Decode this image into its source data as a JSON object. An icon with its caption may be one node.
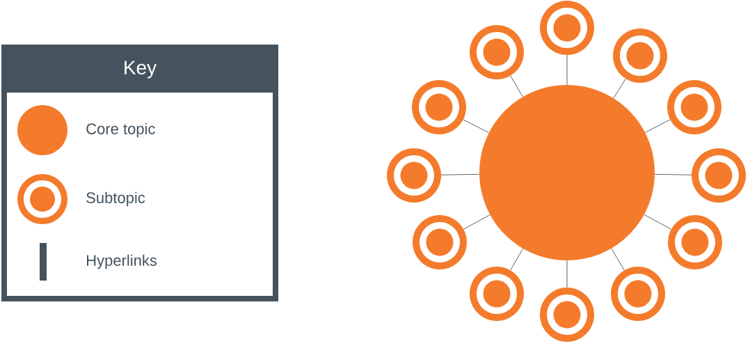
{
  "diagram": {
    "nodes": [
      {
        "text": [],
        "shape": "circle"
      },
      {
        "text": [],
        "shape": "circle"
      },
      {
        "text": [],
        "shape": "circle"
      },
      {
        "text": [],
        "shape": "circle"
      },
      {
        "text": [],
        "shape": "circle"
      },
      {
        "text": [],
        "shape": "circle"
      },
      {
        "text": [],
        "shape": "circle"
      },
      {
        "text": [],
        "shape": "circle"
      },
      {
        "text": [],
        "shape": "circle"
      },
      {
        "text": [],
        "shape": "circle"
      },
      {
        "text": [],
        "shape": "circle"
      },
      {
        "text": [],
        "shape": "circle"
      },
      {
        "text": [],
        "shape": "circle"
      }
    ],
    "edges": [
      {
        "from": 0,
        "to": 1,
        "arrow": "none"
      },
      {
        "from": 0,
        "to": 2,
        "arrow": "none"
      },
      {
        "from": 0,
        "to": 3,
        "arrow": "none"
      },
      {
        "from": 0,
        "to": 4,
        "arrow": "none"
      },
      {
        "from": 0,
        "to": 5,
        "arrow": "none"
      },
      {
        "from": 0,
        "to": 6,
        "arrow": "none"
      },
      {
        "from": 0,
        "to": 7,
        "arrow": "none"
      },
      {
        "from": 0,
        "to": 8,
        "arrow": "none"
      },
      {
        "from": 0,
        "to": 9,
        "arrow": "none"
      },
      {
        "from": 0,
        "to": 10,
        "arrow": "none"
      },
      {
        "from": 0,
        "to": 11,
        "arrow": "none"
      },
      {
        "from": 0,
        "to": 12,
        "arrow": "none"
      }
    ],
    "labels": [
      "Key"
    ],
    "legend": [
      {
        "text": "Core topic",
        "color": "#f47b2b"
      },
      {
        "text": "Subtopic",
        "color": "#f47b2b"
      },
      {
        "text": "Hyperlinks",
        "color": "#44535e"
      }
    ]
  }
}
